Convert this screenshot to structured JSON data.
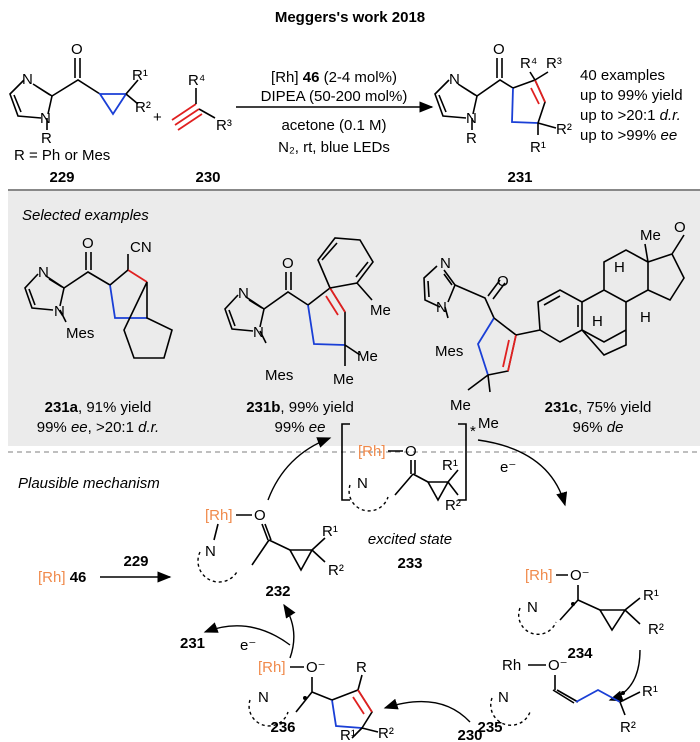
{
  "title": "Meggers's work 2018",
  "scheme": {
    "reactant1": {
      "O": "O",
      "N3": "N",
      "N1": "N",
      "R": "R",
      "R1": "R¹",
      "R2": "R²",
      "note": "R = Ph or  Mes",
      "label": "229"
    },
    "plus": "+",
    "reactant2": {
      "R4": "R⁴",
      "R3": "R³",
      "label": "230"
    },
    "conditions": {
      "line1_pre": "[Rh] ",
      "line1_bold": "46",
      "line1_post": " (2-4 mol%)",
      "line2": "DIPEA (50-200 mol%)",
      "line3": "acetone (0.1 M)",
      "line4": "N₂, rt, blue LEDs"
    },
    "product": {
      "O": "O",
      "N3": "N",
      "N1": "N",
      "R": "R",
      "R4": "R⁴",
      "R3": "R³",
      "R2": "R²",
      "R1": "R¹",
      "label": "231"
    },
    "results": [
      "40 examples",
      "up to 99% yield",
      "up to >20:1 ",
      "d.r.",
      "up to >99% ",
      "ee"
    ]
  },
  "examples": {
    "heading": "Selected examples",
    "a": {
      "O": "O",
      "N": "N",
      "N1": "N",
      "Mes": "Mes",
      "CN": "CN",
      "label": "231a",
      "yield": ", 91% yield",
      "l2a": "99% ",
      "l2b": "ee",
      "l2c": ", >20:1 ",
      "l2d": "d.r."
    },
    "b": {
      "O": "O",
      "N": "N",
      "N1": "N",
      "Mes": "Mes",
      "Me1": "Me",
      "Me2": "Me",
      "Me3": "Me",
      "label": "231b",
      "yield": ", 99% yield",
      "l2a": "99% ",
      "l2b": "ee"
    },
    "c": {
      "O": "O",
      "O2": "O",
      "N": "N",
      "N1": "N",
      "Mes": "Mes",
      "Me1": "Me",
      "Me2": "Me",
      "Me3": "Me",
      "H1": "H",
      "H2": "H",
      "H3": "H",
      "label": "231c",
      "yield": ", 75% yield",
      "l2a": "96% ",
      "l2b": "de"
    }
  },
  "mechanism": {
    "heading": "Plausible mechanism",
    "catalyst": {
      "rh": "[Rh]",
      "num": "46"
    },
    "reagent_229": "229",
    "c232": {
      "rh": "[Rh]",
      "O": "O",
      "N": "N",
      "R1": "R¹",
      "R2": "R²",
      "label": "232"
    },
    "c233": {
      "rh": "[Rh]",
      "O": "O",
      "N": "N",
      "R1": "R¹",
      "R2": "R²",
      "star": "*",
      "state": "excited state",
      "label": "233"
    },
    "electron_in": "e⁻",
    "c234": {
      "rh": "[Rh]",
      "O": "O⁻",
      "N": "N",
      "R1": "R¹",
      "R2": "R²",
      "label": "234"
    },
    "c235": {
      "rh": "Rh",
      "O": "O⁻",
      "N": "N",
      "R1": "R¹",
      "R2": "R²",
      "label": "235"
    },
    "reagent_230": "230",
    "c236": {
      "rh": "[Rh]",
      "O": "O⁻",
      "N": "N",
      "R": "R",
      "R1": "R¹",
      "R2": "R²",
      "label": "236"
    },
    "electron_out": "e⁻",
    "product_231": "231"
  },
  "colors": {
    "rh": "#f08a4b",
    "blue_bond": "#1a3fd6",
    "red_bond": "#e02020",
    "panel": "#ebebeb"
  }
}
